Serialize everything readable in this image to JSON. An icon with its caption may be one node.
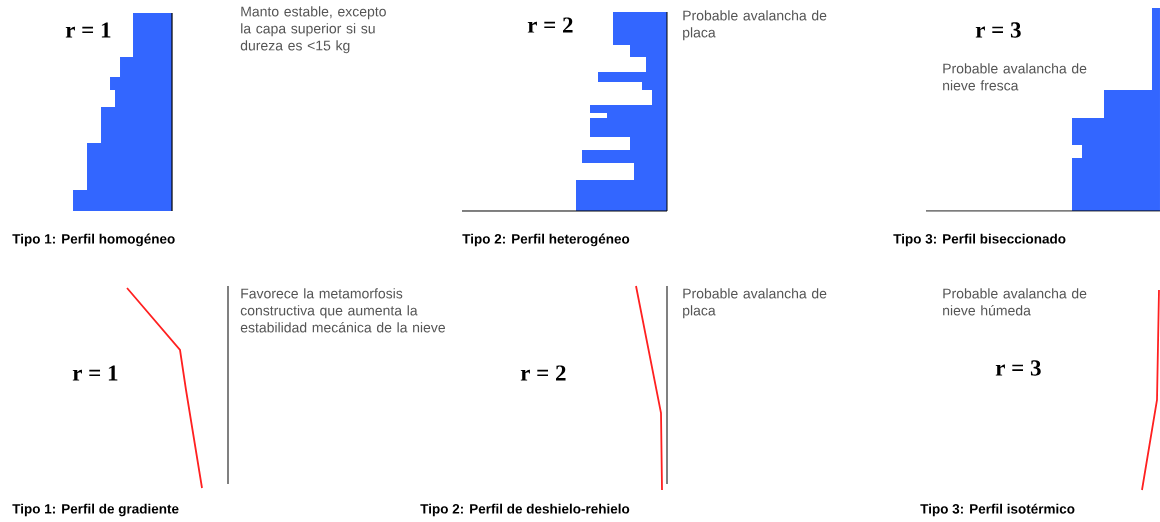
{
  "diagram": {
    "labels": [
      "r = 1",
      "Manto estable, excepto la capa superior si su dureza es <15 kg",
      "r = 2",
      "Probable avalancha de placa",
      "r = 3",
      "Probable avalancha de nieve fresca",
      "Tipo 1: Perfil homogéneo",
      "Tipo 2: Perfil heterogéneo",
      "Tipo 3: Perfil biseccionado",
      "r = 1",
      "Favorece la metamorfosis constructiva que aumenta la estabilidad mecánica de la nieve",
      "r = 2",
      "Probable avalancha de placa",
      "Probable avalancha de nieve húmeda",
      "r = 3",
      "Tipo 1: Perfil de gradiente",
      "Tipo 2: Perfil de deshielo-rehielo",
      "Tipo 3: Perfil isotérmico"
    ]
  }
}
